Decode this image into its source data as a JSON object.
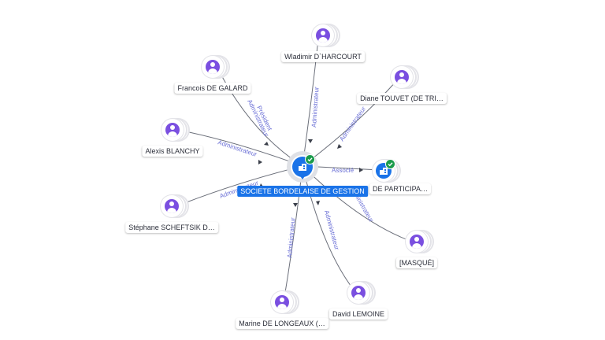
{
  "center": {
    "label": "SOCIETE BORDELAISE DE GESTION",
    "icon": "building-icon",
    "verified": true
  },
  "company": {
    "label": "DE PARTICIPA…",
    "icon": "building-icon",
    "verified": true
  },
  "people": [
    {
      "key": "wladimir",
      "label": "Wladimir D`HARCOURT",
      "icon": "person-icon"
    },
    {
      "key": "francois",
      "label": "Francois DE GALARD",
      "icon": "person-icon"
    },
    {
      "key": "diane",
      "label": "Diane TOUVET (DE TRI…",
      "icon": "person-icon"
    },
    {
      "key": "alexis",
      "label": "Alexis BLANCHY",
      "icon": "person-icon"
    },
    {
      "key": "stephane",
      "label": "Stéphane SCHEFTSIK D…",
      "icon": "person-icon"
    },
    {
      "key": "masque",
      "label": "[MASQUÉ]",
      "icon": "person-icon"
    },
    {
      "key": "david",
      "label": "David LEMOINE",
      "icon": "person-icon"
    },
    {
      "key": "marine",
      "label": "Marine DE LONGEAUX (…",
      "icon": "person-icon"
    }
  ],
  "edges": {
    "wladimir": "Administrateur",
    "francois_1": "Président",
    "francois_2": "Administrateur",
    "diane": "Administrateur",
    "alexis": "Administrateur",
    "stephane": "Administrateur",
    "company": "Associé",
    "masque": "Administrateur",
    "david": "Administrateur",
    "marine": "Administrateur"
  },
  "colors": {
    "center": "#1a73e8",
    "person": "#7a4fe0",
    "verified": "#1a9b4b",
    "edge_label": "#6a6fd6"
  }
}
